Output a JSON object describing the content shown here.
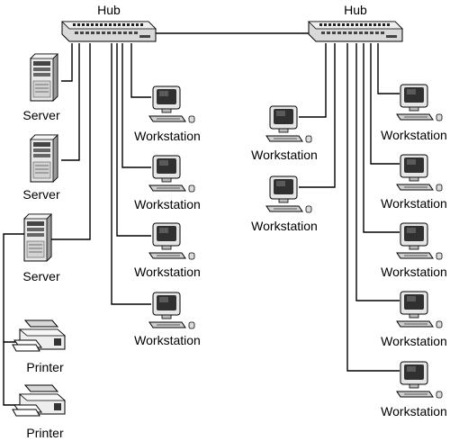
{
  "hubs": [
    {
      "id": "hub-left",
      "label": "Hub"
    },
    {
      "id": "hub-right",
      "label": "Hub"
    }
  ],
  "left_servers": [
    {
      "label": "Server"
    },
    {
      "label": "Server"
    },
    {
      "label": "Server"
    }
  ],
  "printers": [
    {
      "label": "Printer"
    },
    {
      "label": "Printer"
    }
  ],
  "left_workstations": [
    {
      "label": "Workstation"
    },
    {
      "label": "Workstation"
    },
    {
      "label": "Workstation"
    },
    {
      "label": "Workstation"
    }
  ],
  "right_inner_workstations": [
    {
      "label": "Workstation"
    },
    {
      "label": "Workstation"
    }
  ],
  "right_outer_workstations": [
    {
      "label": "Workstation"
    },
    {
      "label": "Workstation"
    },
    {
      "label": "Workstation"
    },
    {
      "label": "Workstation"
    },
    {
      "label": "Workstation"
    }
  ]
}
